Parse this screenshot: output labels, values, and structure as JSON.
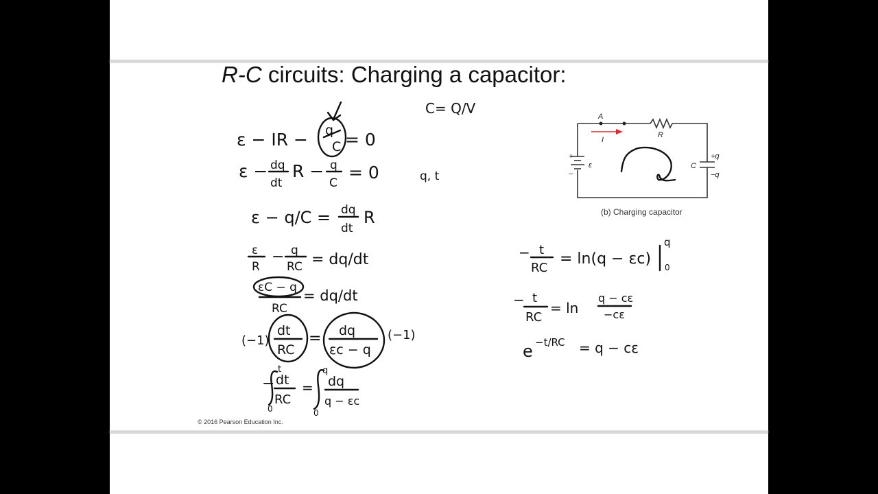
{
  "slide": {
    "title_italic": "R-C",
    "title_rest": " circuits: Charging a capacitor:",
    "copyright": "© 2016 Pearson Education Inc."
  },
  "handwriting": {
    "side_note_1": "C= Q/V",
    "side_note_2": "q, t",
    "eq1_lhs": "ε − IR −",
    "eq1_frac_num": "q",
    "eq1_frac_den": "C",
    "eq1_rhs": "= 0",
    "eq2_left": "ε −",
    "eq2_frac1_num": "dq",
    "eq2_frac1_den": "dt",
    "eq2_mid": "R −",
    "eq2_frac2_num": "q",
    "eq2_frac2_den": "C",
    "eq2_rhs": "= 0",
    "eq3_left": "ε − q/C  =",
    "eq3_frac_num": "dq",
    "eq3_frac_den": "dt",
    "eq3_right": "R",
    "eq4_frac1_num": "ε",
    "eq4_frac1_den": "R",
    "eq4_minus": "−",
    "eq4_frac2_num": "q",
    "eq4_frac2_den": "RC",
    "eq4_rhs": "=  dq/dt",
    "eq5_num": "εC − q",
    "eq5_den": "RC",
    "eq5_rhs": "=  dq/dt",
    "eq6_left": "(−1)",
    "eq6_frac1_num": "dt",
    "eq6_frac1_den": "RC",
    "eq6_eq": "=",
    "eq6_frac2_num": "dq",
    "eq6_frac2_den": "εc − q",
    "eq6_right": "(−1)",
    "eq7_minus": "−",
    "eq7_frac1_num": "dt",
    "eq7_frac1_den": "RC",
    "eq7_eq": "=",
    "eq7_frac2_num": "dq",
    "eq7_frac2_den": "q − εc",
    "eq7_lim1_upper": "t",
    "eq7_lim1_lower": "0",
    "eq7_lim2_upper": "q",
    "eq7_lim2_lower": "0",
    "r1_minus": "−",
    "r1_frac_num": "t",
    "r1_frac_den": "RC",
    "r1_rhs": "= ln(q − εc)",
    "r1_upper": "q",
    "r1_lower": "0",
    "r2_minus": "−",
    "r2_frac_num": "t",
    "r2_frac_den": "RC",
    "r2_mid": "= ln",
    "r2_frac2_num": "q − cε",
    "r2_frac2_den": "−cε",
    "r3_base": "e",
    "r3_exp": "−t/RC",
    "r3_rhs": "=  q − cε"
  },
  "circuit": {
    "label_A": "A",
    "label_R": "R",
    "label_I": "I",
    "label_emf": "ε",
    "label_C": "C",
    "label_plus": "+",
    "label_minus": "−",
    "label_plus_q": "+q",
    "label_minus_q": "−q",
    "caption": "(b) Charging capacitor",
    "current_arrow_color": "#d32f2f"
  }
}
